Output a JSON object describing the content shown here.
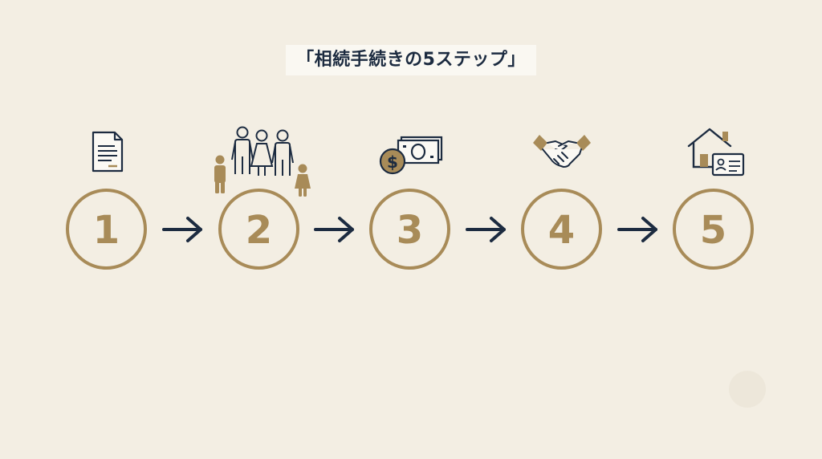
{
  "title": "「相続手続きの5ステップ」",
  "steps": [
    {
      "number": "1",
      "icon": "document-icon"
    },
    {
      "number": "2",
      "icon": "family-icon"
    },
    {
      "number": "3",
      "icon": "money-icon"
    },
    {
      "number": "4",
      "icon": "handshake-icon"
    },
    {
      "number": "5",
      "icon": "house-id-icon"
    }
  ],
  "colors": {
    "background": "#f3eee3",
    "accent_gold": "#a88b58",
    "navy": "#1c2b40"
  }
}
